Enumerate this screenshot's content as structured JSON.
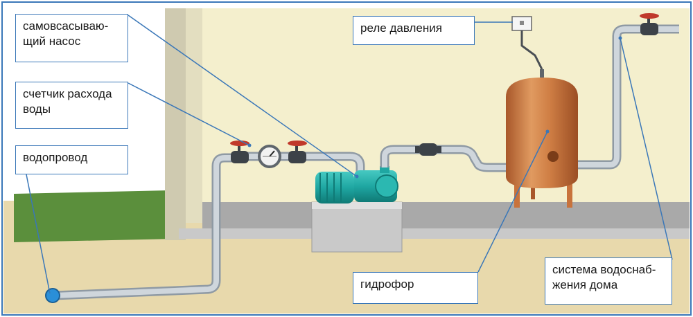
{
  "labels": {
    "pump": "самовсасываю-\nщий насос",
    "meter": "счетчик расхода\nводы",
    "water_supply": "водопровод",
    "pressure_relay": "реле давления",
    "hydrophore": "гидрофор",
    "house_system": "система водоснаб-\nжения дома"
  },
  "colors": {
    "frame": "#3a77b8",
    "wall": "#f4efcd",
    "ground": "#e8d9ac",
    "grass": "#5b8f3c",
    "pipe": "#b9c3cc",
    "pump": "#1fa7a2",
    "tank": "#c8733c",
    "valve_handle": "#c0392b"
  },
  "icons": [
    "pipe",
    "valve-icon",
    "water-meter-gauge-icon",
    "pump-icon",
    "pressure-tank-icon",
    "pressure-relay-icon"
  ]
}
